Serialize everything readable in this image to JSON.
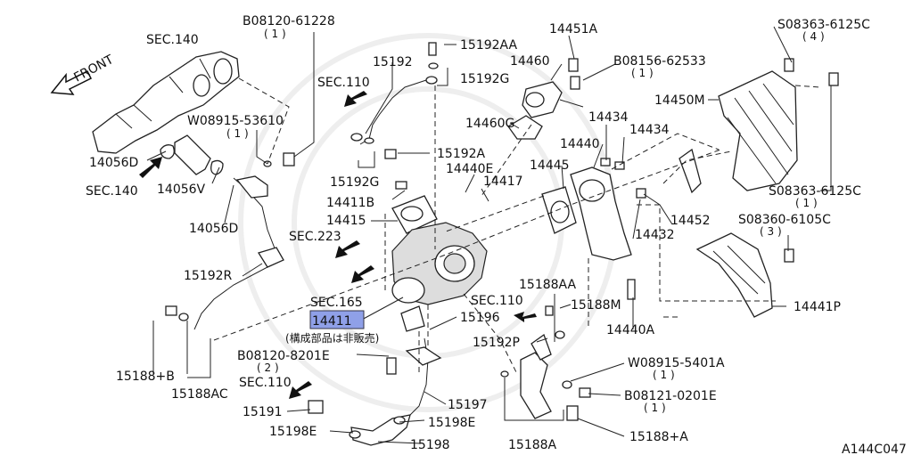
{
  "front": "FRONT",
  "callouts": {
    "sec140a": "SEC.140",
    "sec140b": "SEC.140",
    "sec110a": "SEC.110",
    "sec110b": "SEC.110",
    "sec110c": "SEC.110",
    "sec223": "SEC.223",
    "sec165": "SEC.165",
    "p08120_61228": "B08120-61228",
    "p08120_61228q": "( 1 )",
    "p08915_53610": "W08915-53610",
    "p08915_53610q": "( 1 )",
    "p14056d_a": "14056D",
    "p14056v": "14056V",
    "p14056d_b": "14056D",
    "p15192": "15192",
    "p15192aa": "15192AA",
    "p15192g_a": "15192G",
    "p15192g_b": "15192G",
    "p15192a": "15192A",
    "p14411b": "14411B",
    "p14415": "14415",
    "p14440e": "14440E",
    "p14417": "14417",
    "p15192r": "15192R",
    "p14411": "14411",
    "p14411note": "(構成部品は非販売)",
    "p15188b": "15188+B",
    "p15188ac": "15188AC",
    "p08120_8201e": "B08120-8201E",
    "p08120_8201eq": "( 2 )",
    "p15191": "15191",
    "p15198e_a": "15198E",
    "p15198e_b": "15198E",
    "p15198": "15198",
    "p15196": "15196",
    "p15197": "15197",
    "p14451a": "14451A",
    "p14460": "14460",
    "p14460g": "14460G",
    "p08156_62533": "B08156-62533",
    "p08156_62533q": "( 1 )",
    "p14434a": "14434",
    "p14434b": "14434",
    "p14440": "14440",
    "p14445": "14445",
    "p14452": "14452",
    "p14432": "14432",
    "p14440a": "14440A",
    "p15188aa": "15188AA",
    "p15188m": "15188M",
    "p15192p": "15192P",
    "p08915_5401a": "W08915-5401A",
    "p08915_5401aq": "( 1 )",
    "p08121_0201e": "B08121-0201E",
    "p08121_0201eq": "( 1 )",
    "p15188a": "15188A",
    "p15188plusa": "15188+A",
    "p08363_6125c_a": "S08363-6125C",
    "p08363_6125c_aq": "( 4 )",
    "p14450m": "14450M",
    "p08363_6125c_b": "S08363-6125C",
    "p08363_6125c_bq": "( 1 )",
    "p08360_6105c": "S08360-6105C",
    "p08360_6105cq": "( 3 )",
    "p14441p": "14441P"
  },
  "figure_code": "A144C047"
}
